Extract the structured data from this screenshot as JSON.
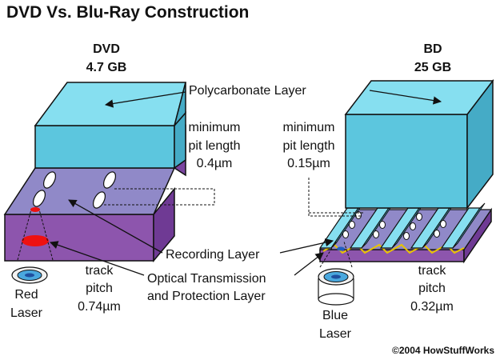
{
  "title": "DVD Vs. Blu-Ray Construction",
  "dvd": {
    "name": "DVD",
    "capacity": "4.7 GB",
    "laser": [
      "Red",
      "Laser"
    ],
    "min_pit": [
      "minimum",
      "pit length",
      "0.4µm"
    ],
    "track_pitch": [
      "track",
      "pitch",
      "0.74µm"
    ]
  },
  "bd": {
    "name": "BD",
    "capacity": "25 GB",
    "laser": [
      "Blue",
      "Laser"
    ],
    "min_pit": [
      "minimum",
      "pit length",
      "0.15µm"
    ],
    "track_pitch": [
      "track",
      "pitch",
      "0.32µm"
    ]
  },
  "layers": {
    "polycarbonate": "Polycarbonate Layer",
    "recording": "Recording Layer",
    "optical": [
      "Optical Transmission",
      "and Protection Layer"
    ]
  },
  "copyright": "©2004 HowStuffWorks",
  "colors": {
    "cyan_top": "#86dff0",
    "cyan_front": "#5cc6de",
    "cyan_side": "#45abc6",
    "recording_top": "#9089c8",
    "purple_front": "#8d55ad",
    "purple_side": "#6f3a94",
    "red_laser": "#ee1111",
    "blue_laser": "#1f5fbf"
  }
}
